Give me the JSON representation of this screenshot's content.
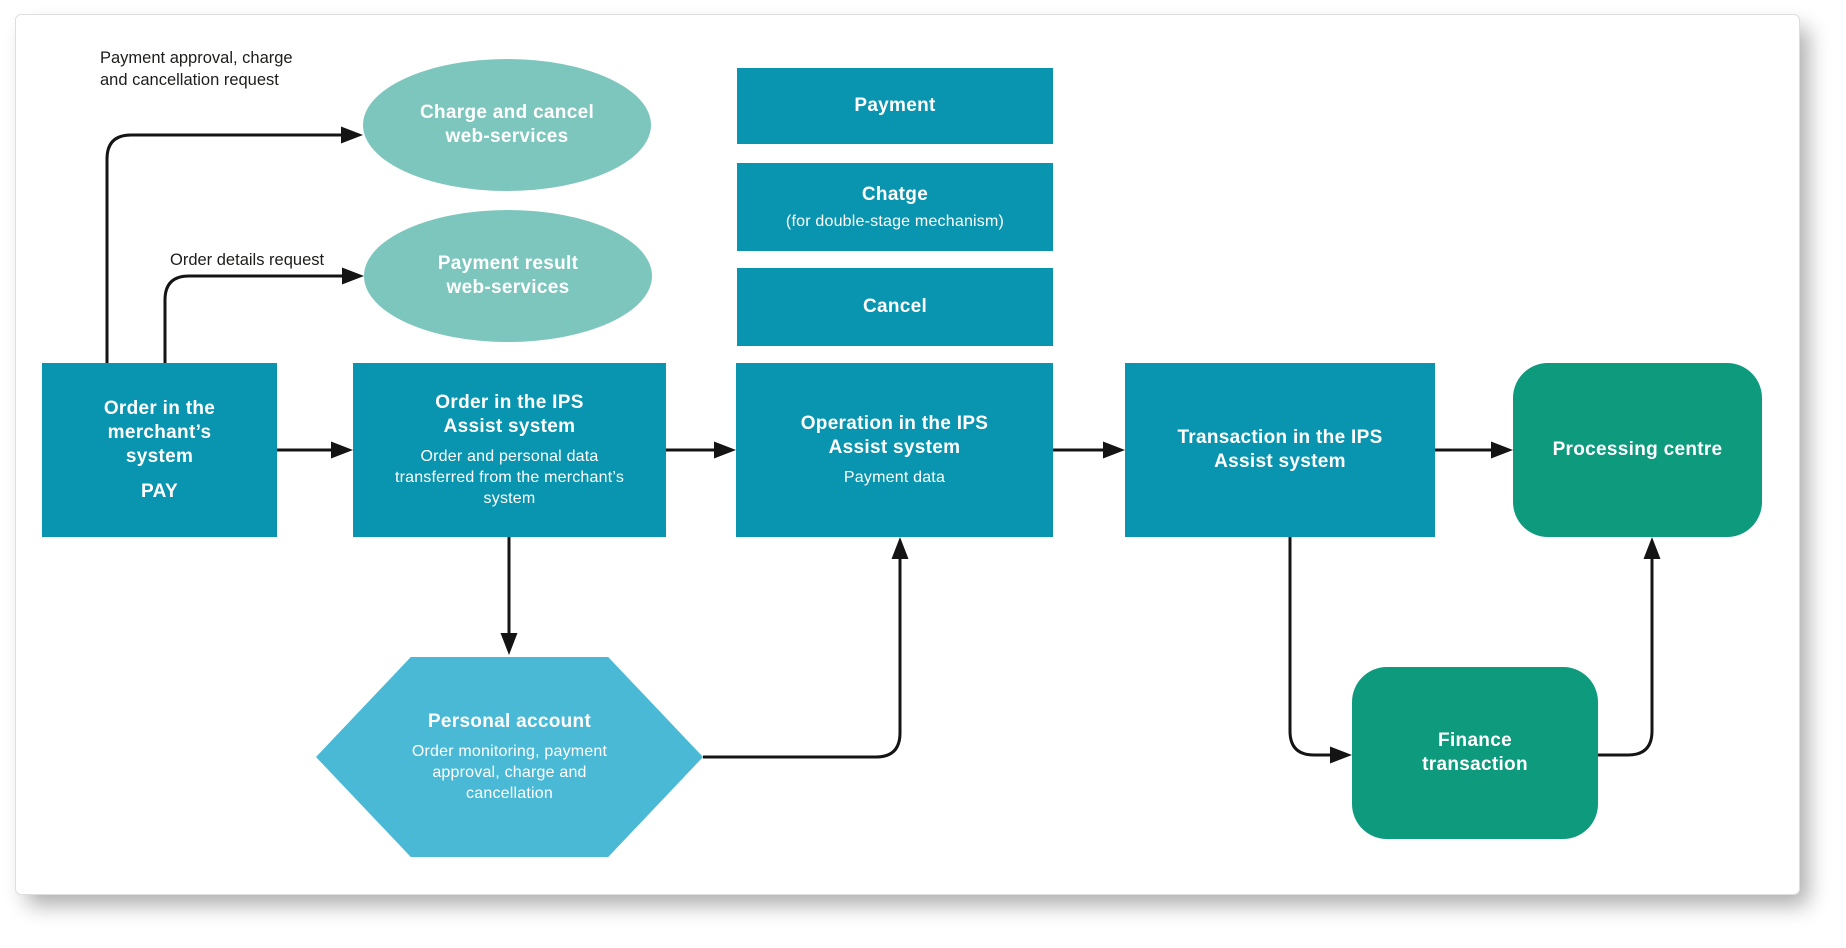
{
  "diagram": {
    "labels": {
      "approval_request": "Payment approval, charge\nand cancellation request",
      "order_details": "Order details request"
    },
    "nodes": {
      "charge_cancel_ws": {
        "title": "Charge and cancel\nweb-services"
      },
      "payment_result_ws": {
        "title": "Payment result\nweb-services"
      },
      "payment": {
        "title": "Payment"
      },
      "chatge": {
        "title": "Chatge",
        "subtitle": "(for double-stage mechanism)"
      },
      "cancel": {
        "title": "Cancel"
      },
      "merchant_order": {
        "title": "Order in the\nmerchant’s\nsystem",
        "subtitle": "PAY"
      },
      "order_ips": {
        "title": "Order in the IPS\nAssist system",
        "subtitle": "Order and personal data\ntransferred from the merchant’s\nsystem"
      },
      "operation_ips": {
        "title": "Operation in the IPS\nAssist system",
        "subtitle": "Payment data"
      },
      "transaction_ips": {
        "title": "Transaction in the IPS\nAssist system"
      },
      "processing_centre": {
        "title": "Processing centre"
      },
      "personal_account": {
        "title": "Personal account",
        "subtitle": "Order monitoring, payment\napproval, charge and\ncancellation"
      },
      "finance_transaction": {
        "title": "Finance\ntransaction"
      }
    },
    "colors": {
      "teal_box": "#0994af",
      "mint_ellipse": "#7dc6bd",
      "sky_hexagon": "#49b9d6",
      "green_rounded": "#0e9a7d",
      "arrow_line": "#141414",
      "label_text": "#1d1d1b",
      "canvas_bg": "#ffffff"
    }
  }
}
